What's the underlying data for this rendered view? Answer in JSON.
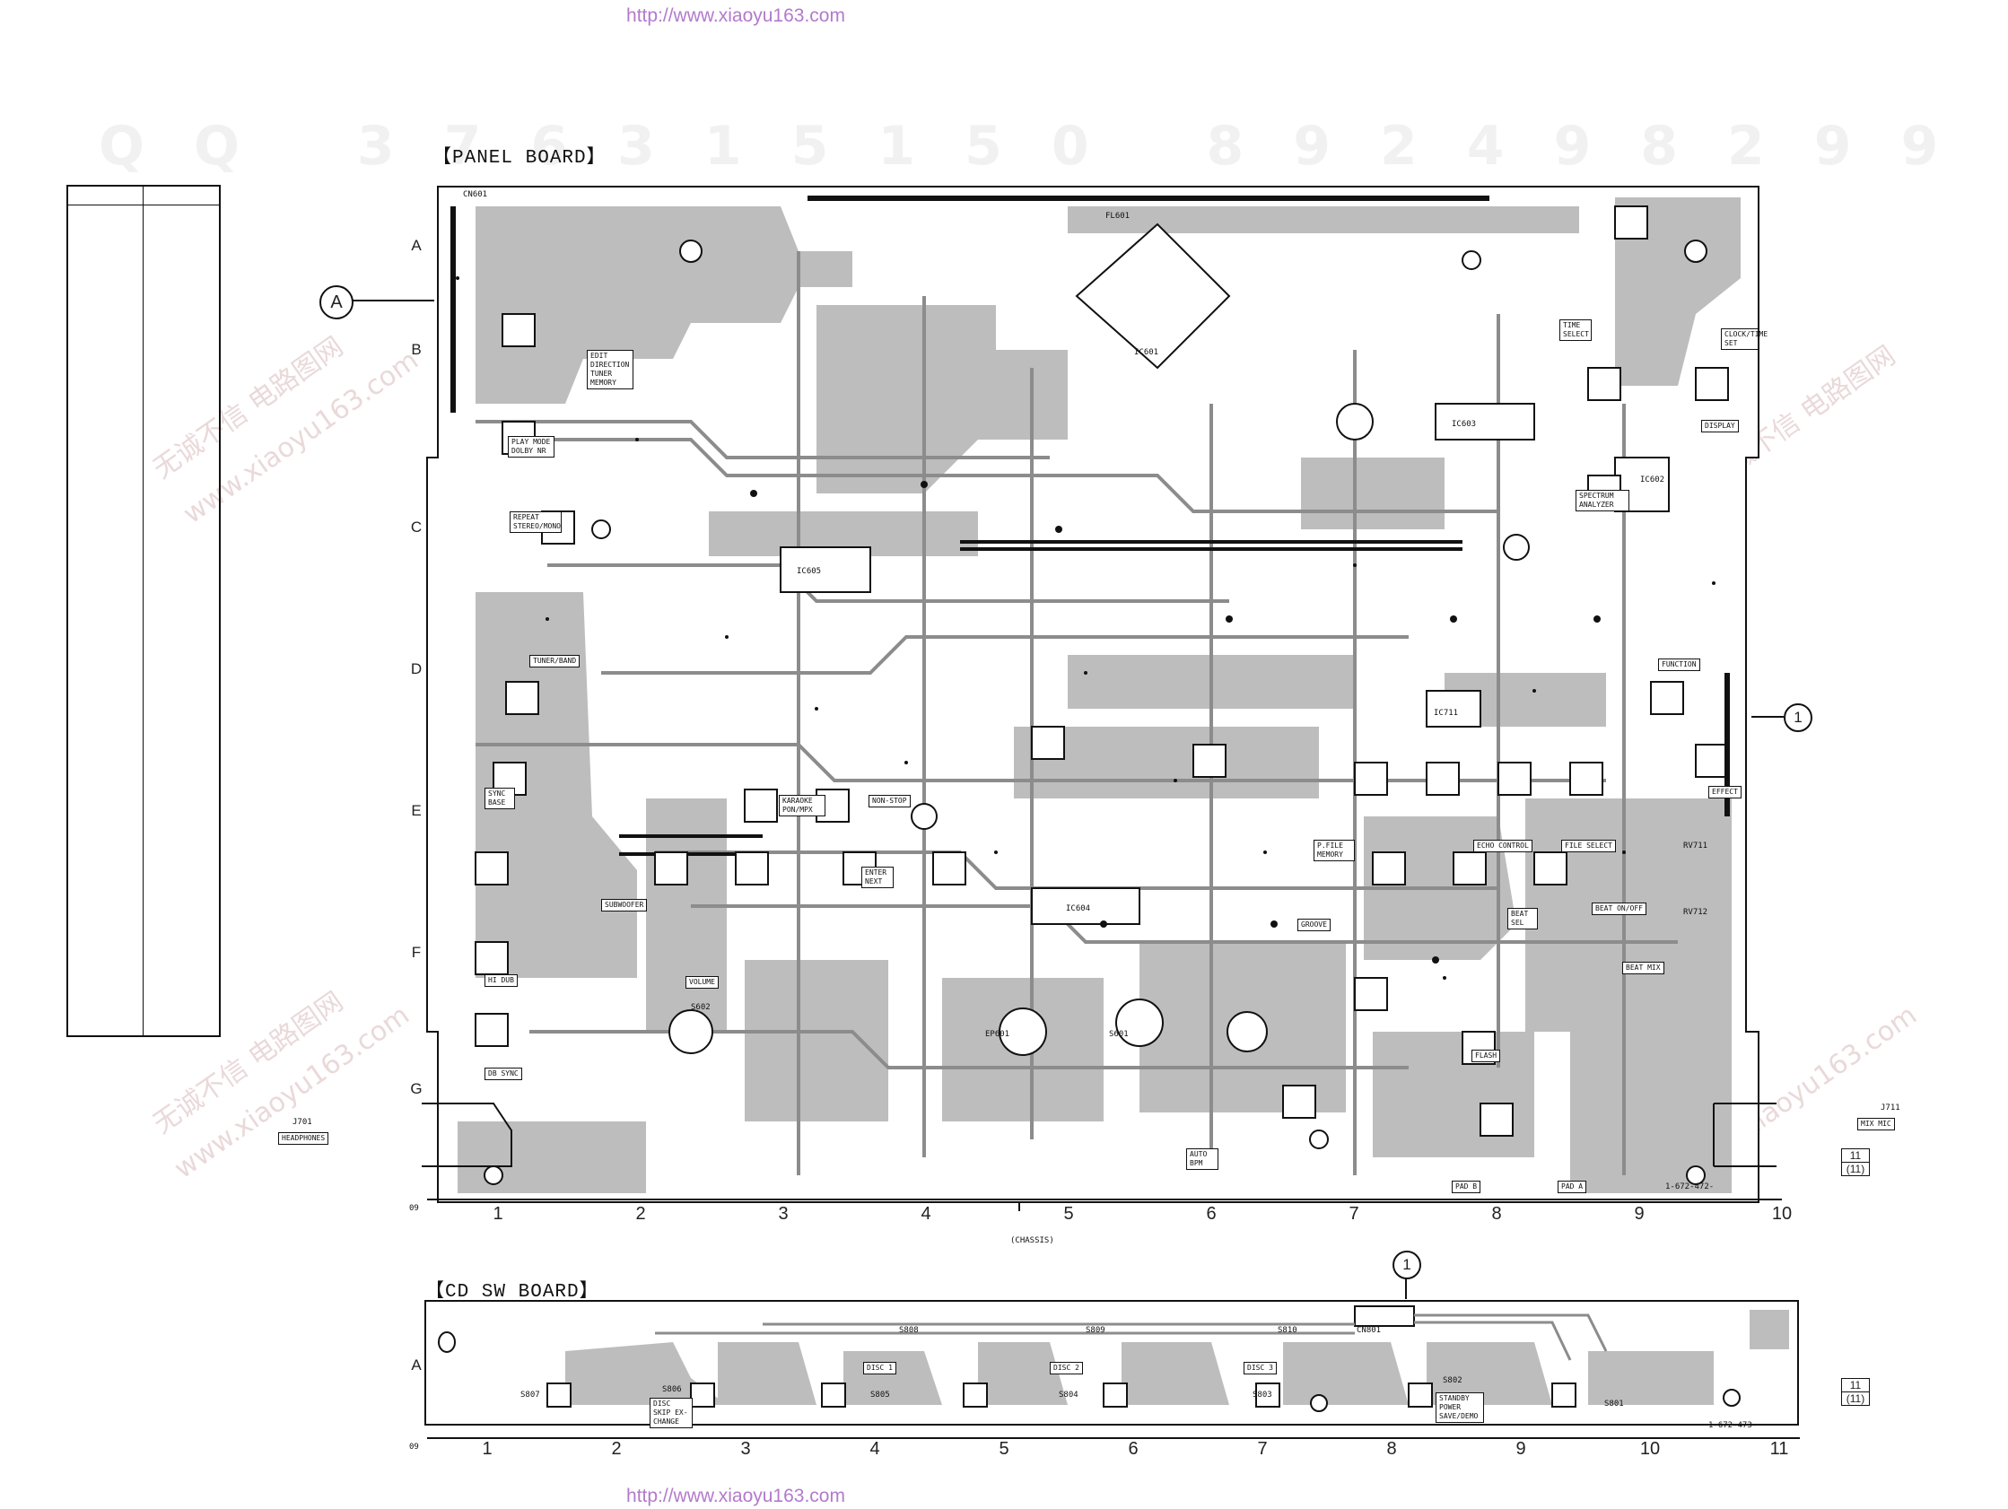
{
  "header_url": "http://www.xiaoyu163.com",
  "footer_url": "http://www.xiaoyu163.com",
  "watermarks": {
    "top_row": "QQ 376315150 892498299",
    "diagonal": [
      "无诚不信 电路图网",
      "www.xiaoyu163.com"
    ]
  },
  "panel_board": {
    "title": "【PANEL BOARD】",
    "connector_ref": "A",
    "connector_ref_right": "1",
    "row_labels": [
      "A",
      "B",
      "C",
      "D",
      "E",
      "F",
      "G"
    ],
    "col_labels": [
      "1",
      "2",
      "3",
      "4",
      "5",
      "6",
      "7",
      "8",
      "9",
      "10"
    ],
    "col_prefix": "09",
    "part_number": "1-672-472-",
    "page_box": [
      "11",
      "(11)"
    ],
    "buttons": [
      "EDIT DIRECTION TUNER MEMORY",
      "PLAY MODE DOLBY NR",
      "REPEAT STEREO/MONO",
      "TUNER/BAND",
      "SYNC BASE",
      "SUBWOOFER",
      "VOLUME",
      "DB SYNC",
      "HI DUB",
      "KARAOKE PON/MPX",
      "NON-STOP",
      "ENTER NEXT",
      "ECHO CONTROL",
      "FILE SELECT",
      "P.FILE MEMORY",
      "GROOVE",
      "BEAT SEL",
      "BEAT ON/OFF",
      "BEAT MIX",
      "FLASH",
      "TIME SELECT",
      "SPECTRUM ANALYZER",
      "FUNCTION",
      "EFFECT",
      "DISPLAY",
      "CLOCK/TIME SET",
      "PAD A",
      "PAD B",
      "AUTO BPM",
      "HEADPHONES",
      "MIX MIC"
    ],
    "ic_labels": [
      "FL601",
      "IC601",
      "IC603",
      "IC602",
      "IC605",
      "IC604",
      "IC711",
      "CN601",
      "RV711",
      "RV712",
      "S602",
      "S601",
      "EP601"
    ],
    "jacks": [
      "J701",
      "J711"
    ],
    "chassis_label": "(CHASSIS)"
  },
  "cd_sw_board": {
    "title": "【CD SW BOARD】",
    "connector_ref": "1",
    "row_label": "A",
    "col_labels": [
      "1",
      "2",
      "3",
      "4",
      "5",
      "6",
      "7",
      "8",
      "9",
      "10",
      "11"
    ],
    "col_prefix": "09",
    "part_number": "1-672-473-",
    "page_box": [
      "11",
      "(11)"
    ],
    "connector": "CN801",
    "switches": [
      "S807",
      "S806",
      "S805",
      "S804",
      "S803",
      "S802",
      "S801",
      "S808",
      "S809",
      "S810"
    ],
    "buttons": [
      "DISC SKIP EX-CHANGE",
      "DISC 1",
      "DISC 2",
      "DISC 3",
      "STANDBY POWER SAVE/DEMO"
    ]
  }
}
